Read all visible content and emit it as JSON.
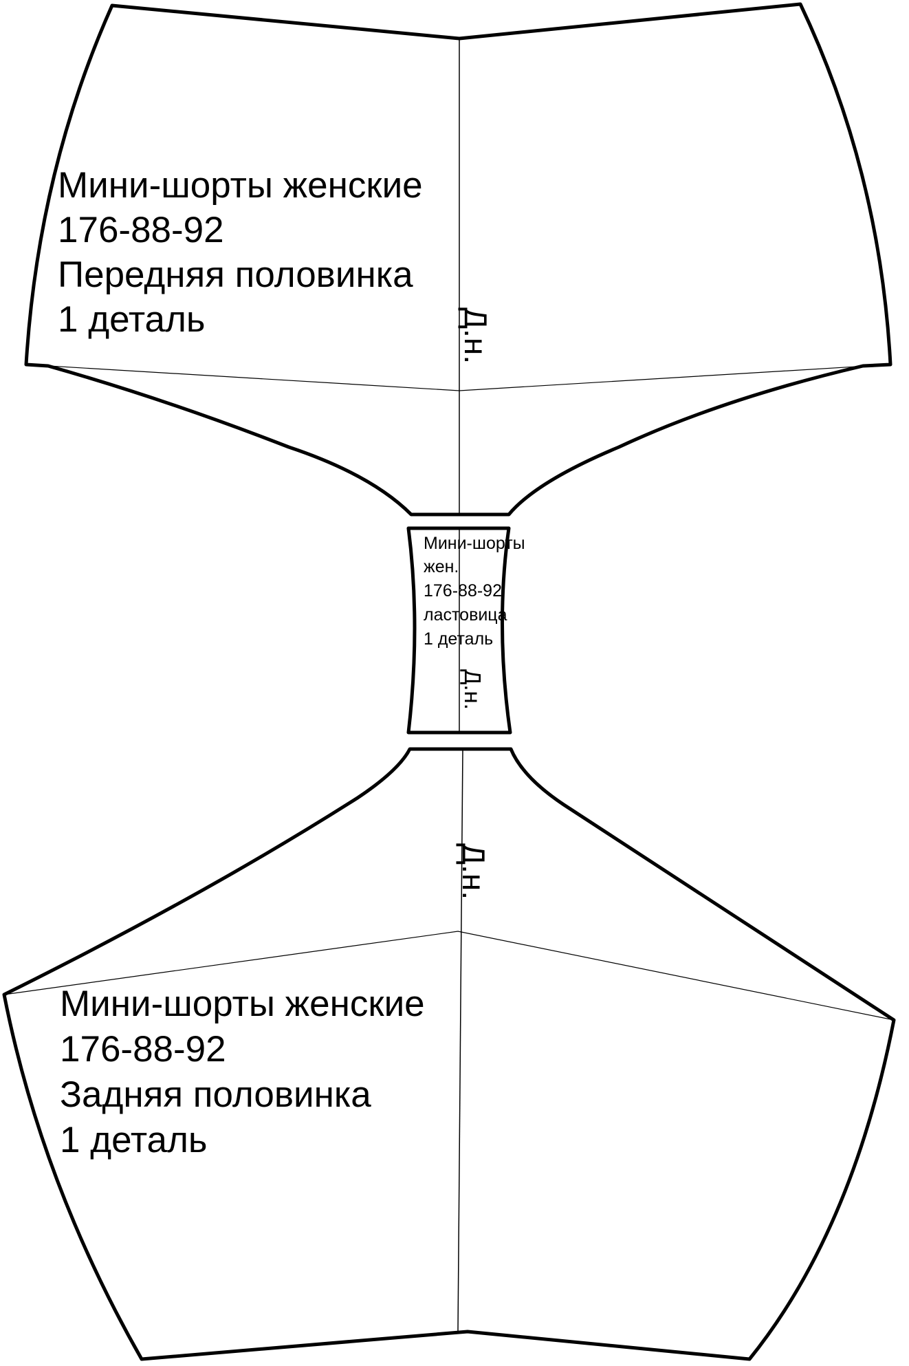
{
  "front": {
    "lines": [
      "Мини-шорты женские",
      "176-88-92",
      "Передняя половинка",
      "1 деталь"
    ],
    "grain": "Д.н."
  },
  "gusset": {
    "lines": [
      "Мини-шорты",
      "жен.",
      "176-88-92",
      "ластовица",
      "1 деталь"
    ],
    "grain": "Д.н."
  },
  "back": {
    "lines": [
      "Мини-шорты женские",
      "176-88-92",
      "Задняя половинка",
      "1 деталь"
    ],
    "grain": "Д.н."
  },
  "colors": {
    "outline": "#000000",
    "background": "#ffffff"
  }
}
